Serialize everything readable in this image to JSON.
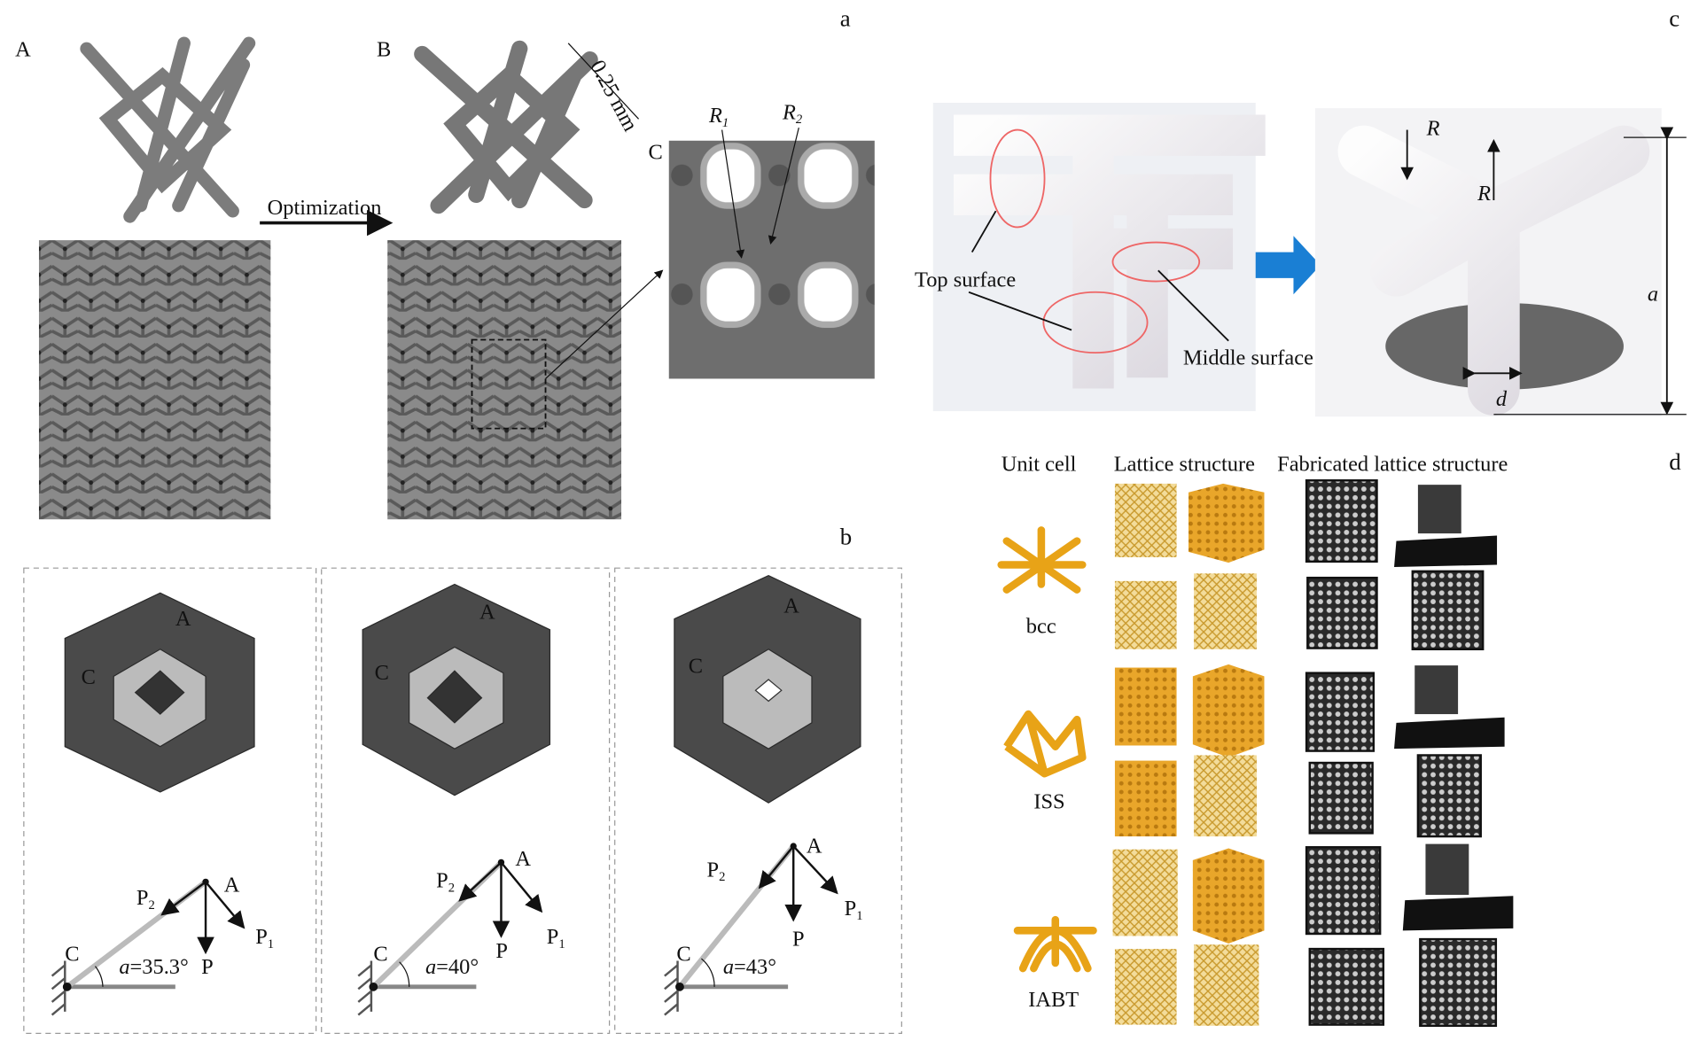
{
  "panel_a": {
    "panel_letter": "a",
    "sub_A": "A",
    "sub_B": "B",
    "sub_C": "C",
    "arrow_label": "Optimization",
    "dimension": "0.25 mm",
    "r1": "R",
    "r1_sub": "1",
    "r2": "R",
    "r2_sub": "2"
  },
  "panel_b": {
    "panel_letter": "b",
    "cells": [
      {
        "A": "A",
        "C": "C",
        "P1": "P",
        "P1_sub": "1",
        "P2": "P",
        "P2_sub": "2",
        "P": "P",
        "angle_sym": "a",
        "angle": "=35.3°"
      },
      {
        "A": "A",
        "C": "C",
        "P1": "P",
        "P1_sub": "1",
        "P2": "P",
        "P2_sub": "2",
        "P": "P",
        "angle_sym": "a",
        "angle": "=40°"
      },
      {
        "A": "A",
        "C": "C",
        "P1": "P",
        "P1_sub": "1",
        "P2": "P",
        "P2_sub": "2",
        "P": "P",
        "angle_sym": "a",
        "angle": "=43°"
      }
    ]
  },
  "panel_c": {
    "panel_letter": "c",
    "top_surface": "Top surface",
    "middle_surface": "Middle surface",
    "r_label": "R",
    "a_label": "a",
    "d_label": "d",
    "arrow_color": "#1a7fd4"
  },
  "panel_d": {
    "panel_letter": "d",
    "headers": [
      "Unit cell",
      "Lattice structure",
      "Fabricated lattice structure"
    ],
    "rows": [
      {
        "name": "bcc"
      },
      {
        "name": "ISS"
      },
      {
        "name": "IABT"
      }
    ],
    "gold": "#e8a317"
  }
}
